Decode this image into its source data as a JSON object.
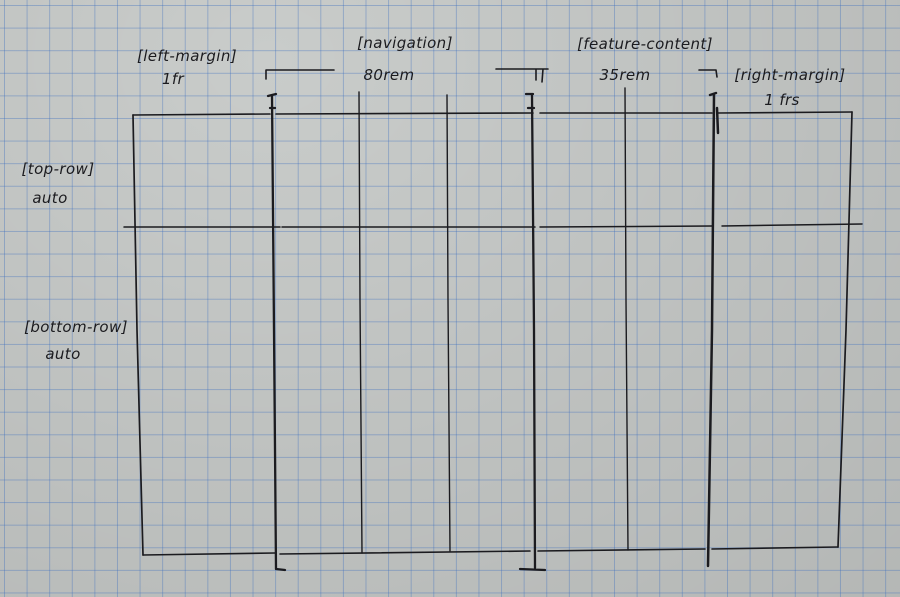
{
  "columns": [
    {
      "name": "[left-margin]",
      "size": "1fr"
    },
    {
      "name": "[navigation]",
      "size": "80rem"
    },
    {
      "name": "[feature-content]",
      "size": "35rem"
    },
    {
      "name": "[right-margin]",
      "size": "1 frs"
    }
  ],
  "rows": [
    {
      "name": "[top-row]",
      "size": "auto"
    },
    {
      "name": "[bottom-row]",
      "size": "auto"
    }
  ]
}
